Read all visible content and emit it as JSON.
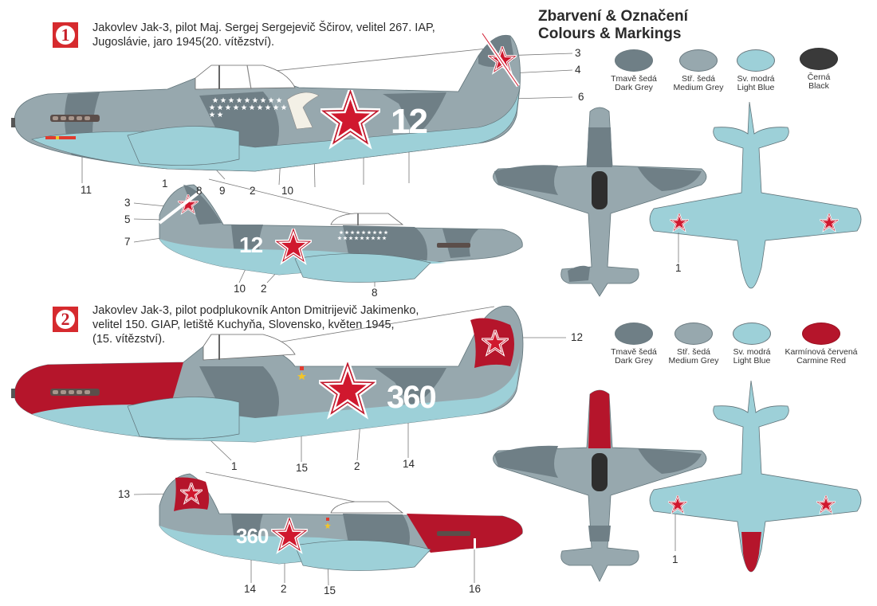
{
  "header": {
    "title_line1": "Zbarvení & Označení",
    "title_line2": "Colours & Markings"
  },
  "profiles": [
    {
      "number": "1",
      "description_lines": [
        "Jakovlev Jak-3, pilot Maj. Sergej Sergejevič Ščirov, velitel 267. IAP,",
        "Jugoslávie, jaro 1945(20. vítězství)."
      ],
      "tactical_number": "12",
      "callouts_left_side": [
        "3",
        "4",
        "6",
        "11",
        "1",
        "8",
        "9",
        "2",
        "10"
      ],
      "callouts_right_side": [
        "3",
        "5",
        "7",
        "10",
        "2",
        "8"
      ],
      "callouts_underside": [
        "1"
      ],
      "palette": [
        {
          "cz": "Tmavě šedá",
          "en": "Dark Grey",
          "color": "#6f7f86"
        },
        {
          "cz": "Stř. šedá",
          "en": "Medium Grey",
          "color": "#97a8ae"
        },
        {
          "cz": "Sv. modrá",
          "en": "Light Blue",
          "color": "#9dd0d8"
        },
        {
          "cz": "Černá",
          "en": "Black",
          "color": "#3a3a3a"
        }
      ]
    },
    {
      "number": "2",
      "description_lines": [
        "Jakovlev Jak-3, pilot podplukovník Anton Dmitrijevič Jakimenko,",
        "velitel 150. GIAP, letiště Kuchyňa, Slovensko, květen 1945,",
        "(15. vítězství)."
      ],
      "tactical_number": "360",
      "callouts_left_side": [
        "12",
        "1",
        "15",
        "2",
        "14"
      ],
      "callouts_right_side": [
        "13",
        "14",
        "2",
        "15",
        "16"
      ],
      "callouts_underside": [
        "1"
      ],
      "palette": [
        {
          "cz": "Tmavě šedá",
          "en": "Dark Grey",
          "color": "#6f7f86"
        },
        {
          "cz": "Stř. šedá",
          "en": "Medium Grey",
          "color": "#97a8ae"
        },
        {
          "cz": "Sv. modrá",
          "en": "Light Blue",
          "color": "#9dd0d8"
        },
        {
          "cz": "Karmínová červená",
          "en": "Carmine Red",
          "color": "#b5152b"
        }
      ]
    }
  ],
  "colors": {
    "dark_grey": "#6f7f86",
    "medium_grey": "#97a8ae",
    "light_blue": "#9dd0d8",
    "carmine_red": "#b5152b",
    "star_red": "#d0182e",
    "black": "#3a3a3a",
    "badge_red": "#d62a2e"
  },
  "icons": {
    "badge": "numbered-square-badge",
    "star": "red-star-insignia",
    "banner": "red-banner-emblem",
    "eagle": "eagle-rabbit-emblem"
  }
}
